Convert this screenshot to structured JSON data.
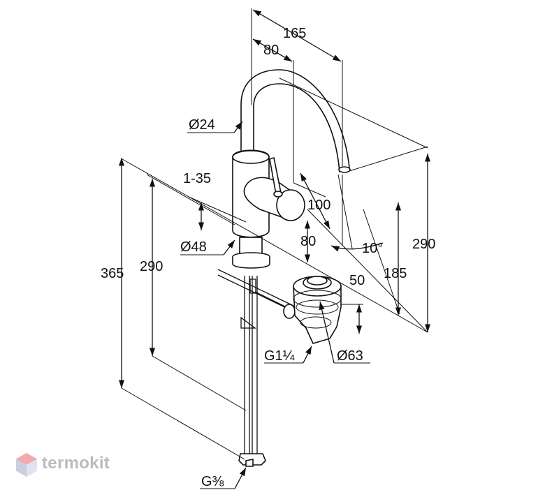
{
  "dimensions": {
    "d165": "165",
    "d80_top": "80",
    "d24": "Ø24",
    "d1_35": "1-35",
    "d100": "100",
    "d48": "Ø48",
    "d80_mid": "80",
    "d10deg": "10°",
    "d290_right": "290",
    "d365": "365",
    "d290_left": "290",
    "d185": "185",
    "d50": "50",
    "dG114": "G1¼",
    "d63": "Ø63",
    "dG38": "G⅜"
  },
  "brand": {
    "name": "termokit",
    "color": "#b9bcc2",
    "accent": "#f2a9b0"
  }
}
